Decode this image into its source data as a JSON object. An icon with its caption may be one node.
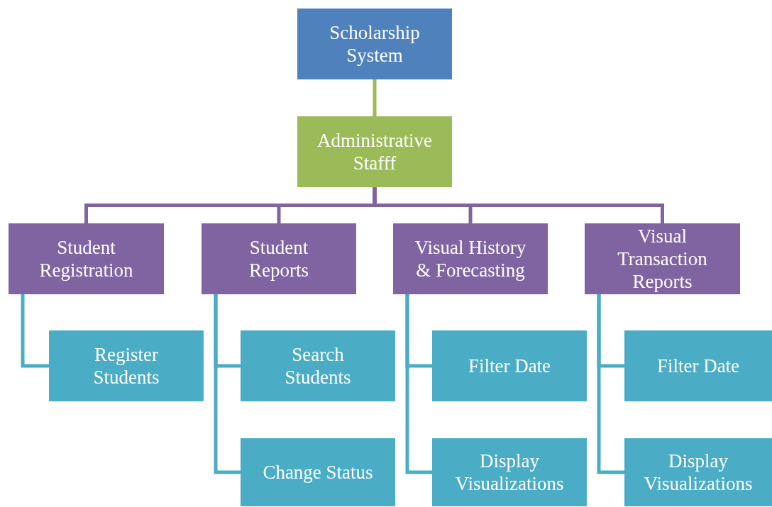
{
  "diagram": {
    "nodes": [
      {
        "text": [
          "Scholarship System"
        ]
      },
      {
        "text": [
          "Administrative Stafff"
        ]
      },
      {
        "text": [
          "Student Registration"
        ]
      },
      {
        "text": [
          "Student Reports"
        ]
      },
      {
        "text": [
          "Visual History & Forecasting"
        ]
      },
      {
        "text": [
          "Visual Transaction Reports"
        ]
      },
      {
        "text": [
          "Register Students"
        ]
      },
      {
        "text": [
          "Search Students"
        ]
      },
      {
        "text": [
          "Change Status"
        ]
      },
      {
        "text": [
          "Filter Date"
        ]
      },
      {
        "text": [
          "Display Visualizations"
        ]
      },
      {
        "text": [
          "Filter Date"
        ]
      },
      {
        "text": [
          "Display Visualizations"
        ]
      }
    ],
    "edges": [
      {
        "from": 0,
        "to": 1,
        "arrow": "none",
        "color": "#9bbb59"
      },
      {
        "from": 1,
        "to": 2,
        "arrow": "none",
        "color": "#8064a2"
      },
      {
        "from": 1,
        "to": 3,
        "arrow": "none",
        "color": "#8064a2"
      },
      {
        "from": 1,
        "to": 4,
        "arrow": "none",
        "color": "#8064a2"
      },
      {
        "from": 1,
        "to": 5,
        "arrow": "none",
        "color": "#8064a2"
      },
      {
        "from": 2,
        "to": 6,
        "arrow": "none"
      },
      {
        "from": 3,
        "to": 7,
        "arrow": "none"
      },
      {
        "from": 3,
        "to": 8,
        "arrow": "none"
      },
      {
        "from": 4,
        "to": 9,
        "arrow": "none"
      },
      {
        "from": 4,
        "to": 10,
        "arrow": "none"
      },
      {
        "from": 5,
        "to": 11,
        "arrow": "none"
      },
      {
        "from": 5,
        "to": 12,
        "arrow": "none"
      }
    ]
  }
}
